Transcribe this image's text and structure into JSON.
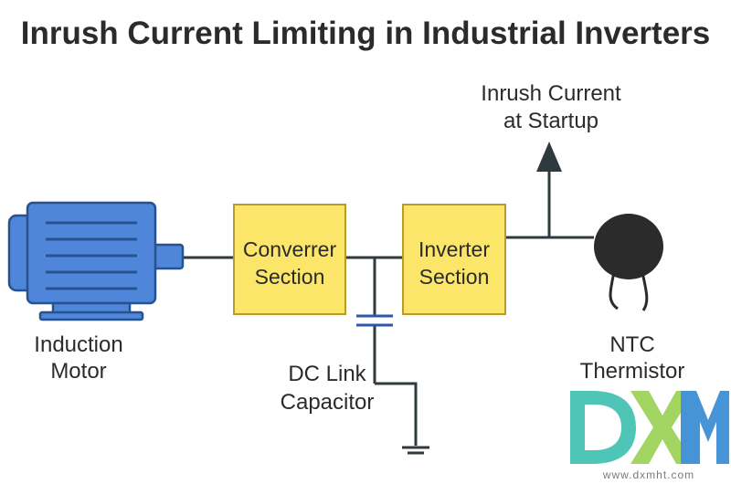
{
  "title": "Inrush Current Limiting in Industrial Inverters",
  "components": {
    "motor": {
      "line1": "Induction",
      "line2": "Motor"
    },
    "converter": {
      "line1": "Converrer",
      "line2": "Section"
    },
    "inverter": {
      "line1": "Inverter",
      "line2": "Section"
    },
    "capacitor": {
      "line1": "DC Link",
      "line2": "Capacitor"
    },
    "thermistor": {
      "line1": "NTC",
      "line2": "Thermistor"
    },
    "inrush": {
      "line1": "Inrush Current",
      "line2": "at Startup"
    }
  },
  "watermark": {
    "logo": "DXM",
    "url": "www.dxmht.com"
  },
  "colors": {
    "motor_fill": "#4f86d9",
    "motor_stroke": "#27528f",
    "box_fill": "#fbe66a",
    "box_stroke": "#b99a2a",
    "capacitor_plate": "#2c56a8",
    "thermistor": "#2b2b2b",
    "logo_teal": "#45c2b3",
    "logo_green": "#9fd35a",
    "logo_blue": "#3d8fd4"
  }
}
